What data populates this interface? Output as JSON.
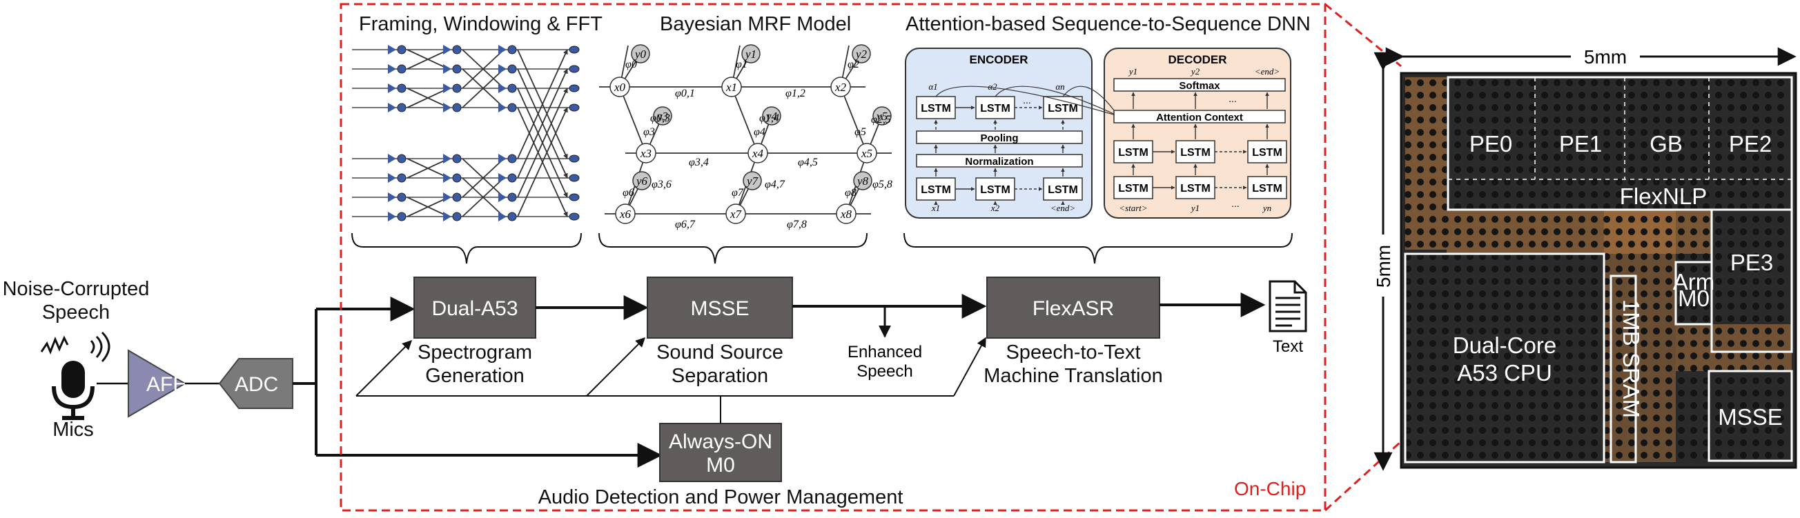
{
  "input": {
    "title_line1": "Noise-Corrupted",
    "title_line2": "Speech",
    "mics": "Mics",
    "afe": "AFE",
    "adc": "ADC"
  },
  "stages": {
    "fft": "Framing, Windowing & FFT",
    "mrf": "Bayesian MRF Model",
    "dnn": "Attention-based Sequence-to-Sequence DNN"
  },
  "blocks": {
    "a53": "Dual-A53",
    "msse": "MSSE",
    "flexasr": "FlexASR",
    "always_on_1": "Always-ON",
    "always_on_2": "M0"
  },
  "captions": {
    "a53_1": "Spectrogram",
    "a53_2": "Generation",
    "msse_1": "Sound Source",
    "msse_2": "Separation",
    "enh_1": "Enhanced",
    "enh_2": "Speech",
    "asr_1": "Speech-to-Text",
    "asr_2": "Machine Translation",
    "text": "Text",
    "audio": "Audio Detection and Power Management",
    "onchip": "On-Chip"
  },
  "mrf": {
    "y_nodes": [
      "y0",
      "y1",
      "y2",
      "y3",
      "y4",
      "y5",
      "y6",
      "y7",
      "y8"
    ],
    "x_nodes": [
      "x0",
      "x1",
      "x2",
      "x3",
      "x4",
      "x5",
      "x6",
      "x7",
      "x8"
    ],
    "phi_labels": [
      "φ0",
      "φ1",
      "φ2",
      "φ0,1",
      "φ1,2",
      "φ3",
      "φ4",
      "φ5",
      "φ0,3",
      "φ1,4",
      "φ2,5",
      "φ3,4",
      "φ4,5",
      "φ6",
      "φ7",
      "φ8",
      "φ3,6",
      "φ4,7",
      "φ5,8",
      "φ6,7",
      "φ7,8"
    ]
  },
  "dnn": {
    "encoder": "ENCODER",
    "decoder": "DECODER",
    "lstm": "LSTM",
    "pooling": "Pooling",
    "normalization": "Normalization",
    "softmax": "Softmax",
    "attention_context": "Attention Context",
    "enc_inputs": [
      "x1",
      "x2",
      "<end>"
    ],
    "alphas": [
      "α1",
      "α2",
      "αn"
    ],
    "dec_outputs": [
      "y1",
      "y2",
      "<end>"
    ],
    "dec_inputs": [
      "<start>",
      "y1",
      "yn"
    ],
    "dots": "..."
  },
  "chip": {
    "width_label": "5mm",
    "height_label": "5mm",
    "pe0": "PE0",
    "pe1": "PE1",
    "gb": "GB",
    "pe2": "PE2",
    "flexnlp": "FlexNLP",
    "pe3": "PE3",
    "arm_1": "Arm",
    "arm_2": "M0",
    "cpu_1": "Dual-Core",
    "cpu_2": "A53 CPU",
    "sram": "1MB SRAM",
    "msse": "MSSE"
  },
  "colors": {
    "block_fill": "#605c5c",
    "onchip_border": "#e02020",
    "encoder_bg": "#dbe6f6",
    "decoder_bg": "#fbe3d2",
    "afe_fill": "#8a8ab0",
    "adc_fill": "#7a7a7a",
    "fft_node": "#3b5aa0",
    "die_bg": "#2a2a2a",
    "die_copper": "#c98a4a"
  }
}
